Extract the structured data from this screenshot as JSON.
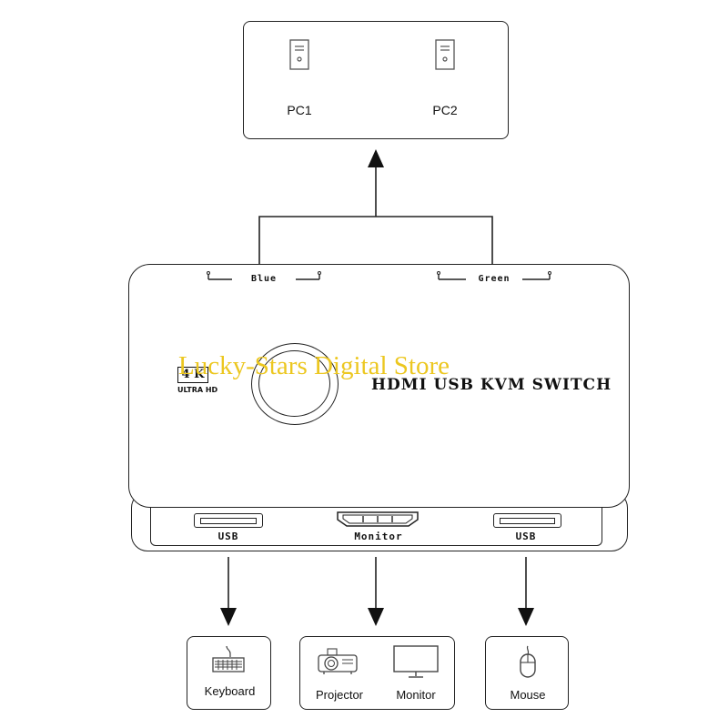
{
  "pcs": {
    "pc1_label": "PC1",
    "pc2_label": "PC2"
  },
  "switch": {
    "blue_label": "Blue",
    "green_label": "Green",
    "title": "HDMI USB KVM SWITCH",
    "badge_top": "4 K",
    "badge_bottom": "ULTRA HD",
    "usb_left_label": "USB",
    "hdmi_label": "Monitor",
    "usb_right_label": "USB"
  },
  "watermark": "Lucky-Stars Digital Store",
  "devices": {
    "keyboard_label": "Keyboard",
    "projector_label": "Projector",
    "monitor_label": "Monitor",
    "mouse_label": "Mouse"
  },
  "colors": {
    "line": "#222222",
    "watermark": "#ecc720"
  }
}
